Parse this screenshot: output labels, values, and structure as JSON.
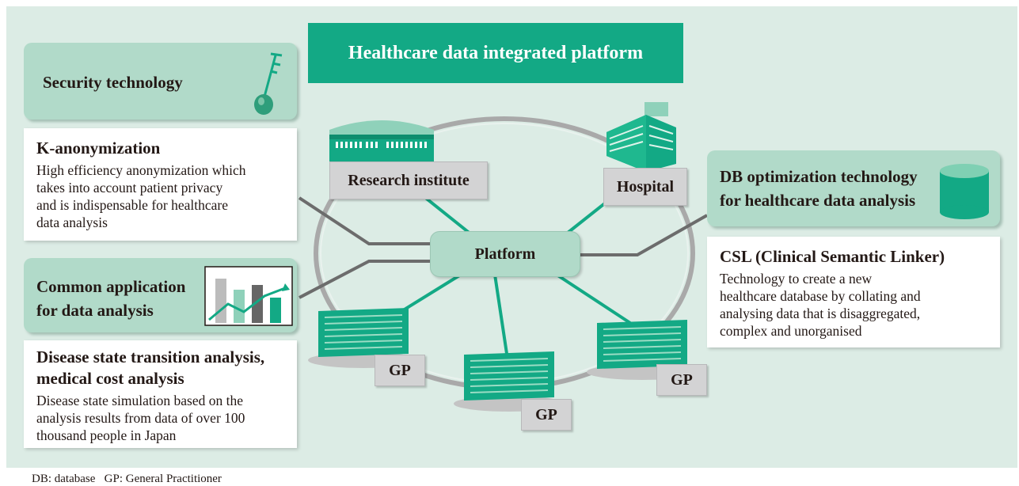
{
  "title": "Healthcare data integrated platform",
  "security": {
    "label": "Security technology",
    "heading": "K-anonymization",
    "text": [
      "High efficiency anonymization which",
      "takes into account patient privacy",
      "and is indispensable for healthcare",
      "data analysis"
    ]
  },
  "application": {
    "label": [
      "Common application",
      "for data analysis"
    ],
    "heading": [
      "Disease state transition analysis,",
      "medical cost analysis"
    ],
    "text": [
      "Disease state simulation based on the",
      "analysis results from data of over 100",
      "thousand people in Japan"
    ]
  },
  "db": {
    "label": [
      "DB optimization technology",
      "for healthcare data analysis"
    ],
    "heading": "CSL (Clinical Semantic Linker)",
    "text": [
      "Technology to create a new",
      "healthcare database by collating and",
      "analysing data that is disaggregated,",
      "complex and unorganised"
    ]
  },
  "nodes": {
    "platform": "Platform",
    "research": "Research institute",
    "hospital": "Hospital",
    "gp1": "GP",
    "gp2": "GP",
    "gp3": "GP"
  },
  "footnote": "DB: database   GP: General Practitioner",
  "colors": {
    "background": "#dcece5",
    "title_bg": "#13a985",
    "tech_bg": "#b1dac9",
    "link": "#13a985",
    "connector": "#6c6c6c",
    "ring": "#a9a9a9"
  }
}
